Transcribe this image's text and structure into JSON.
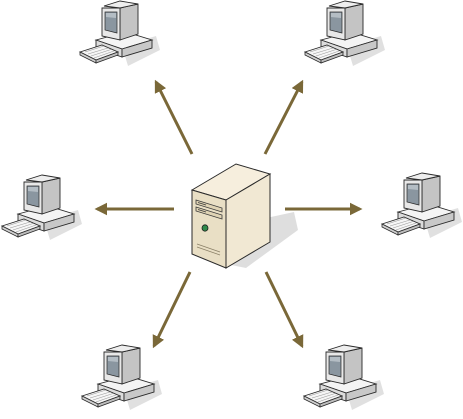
{
  "diagram": {
    "type": "network-topology",
    "center": {
      "node": "server",
      "icon": "server-tower-icon"
    },
    "clients": [
      {
        "id": "client-top-left",
        "icon": "desktop-computer-icon",
        "direction": "up-left"
      },
      {
        "id": "client-top-right",
        "icon": "desktop-computer-icon",
        "direction": "up-right"
      },
      {
        "id": "client-middle-left",
        "icon": "desktop-computer-icon",
        "direction": "left"
      },
      {
        "id": "client-middle-right",
        "icon": "desktop-computer-icon",
        "direction": "right"
      },
      {
        "id": "client-bottom-left",
        "icon": "desktop-computer-icon",
        "direction": "down-left"
      },
      {
        "id": "client-bottom-right",
        "icon": "desktop-computer-icon",
        "direction": "down-right"
      }
    ],
    "arrow_color": "#7a6838"
  }
}
